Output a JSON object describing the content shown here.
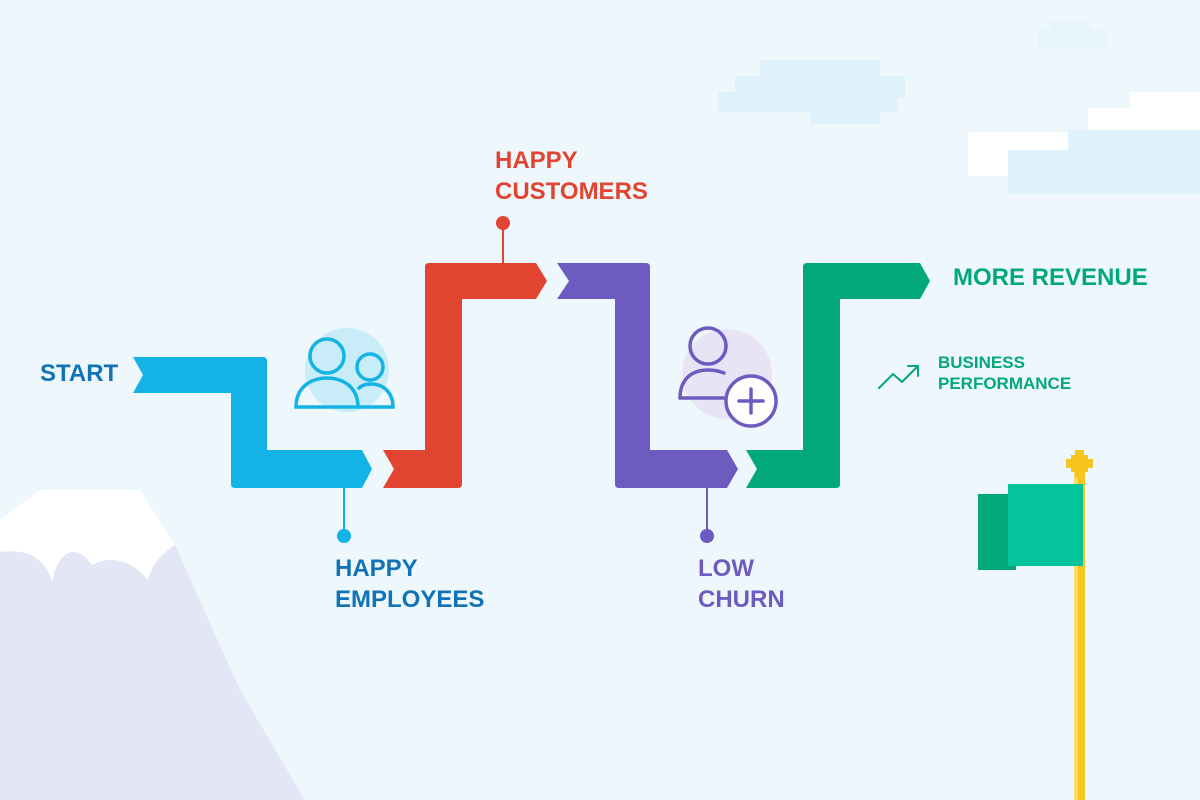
{
  "colors": {
    "background": "#eef8fc",
    "blue": "#14b3e5",
    "blue_text": "#1173b5",
    "red": "#e14431",
    "purple": "#6e5bc0",
    "green": "#03a77c",
    "flag_green": "#04c49c",
    "pole_yellow": "#f8c41f",
    "mountain": "#e2e6f5",
    "snow": "#ffffff",
    "cloud": "#dff1fa"
  },
  "labels": {
    "start": "START",
    "happy_employees": "HAPPY EMPLOYEES",
    "happy_customers": "HAPPY CUSTOMERS",
    "low_churn": "LOW CHURN",
    "more_revenue": "MORE REVENUE",
    "business_performance": "BUSINESS PERFORMANCE"
  },
  "icons": {
    "employees": "people-group-icon",
    "churn": "user-add-icon",
    "performance": "trend-up-icon",
    "goal": "flag-icon"
  }
}
